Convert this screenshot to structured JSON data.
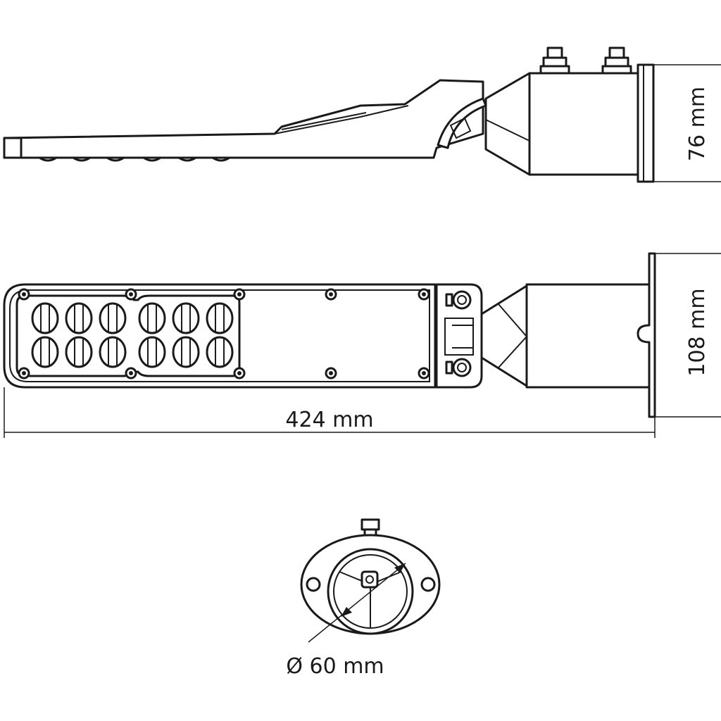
{
  "dimensions": {
    "height_side": "76 mm",
    "width_top": "108 mm",
    "length": "424 mm",
    "pole_diameter": "Ø 60 mm"
  },
  "led_count": 12,
  "colors": {
    "line": "#1a1a1a",
    "background": "#ffffff"
  }
}
